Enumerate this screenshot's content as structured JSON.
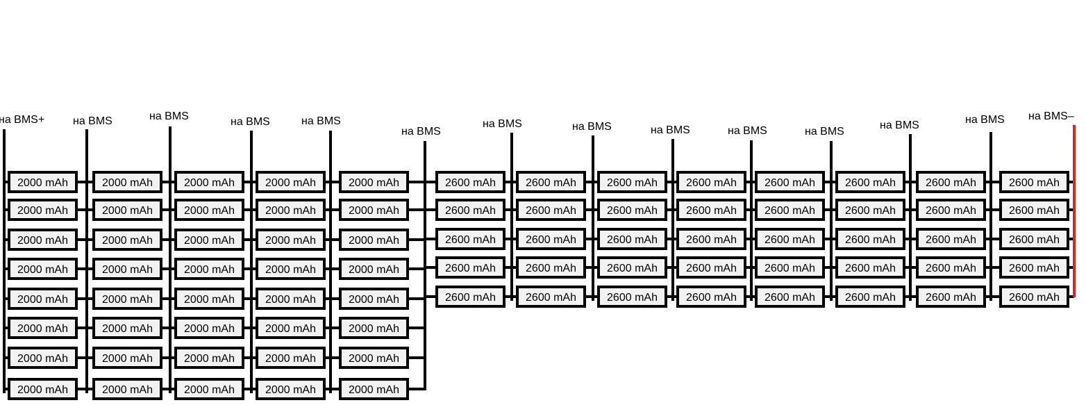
{
  "colors": {
    "wire": "#000000",
    "negative_wire": "#e0202a",
    "cell_fill": "#f2f2f2"
  },
  "diagram": {
    "groups": [
      {
        "label": "на BMS+",
        "cells": [
          "2000 mAh",
          "2000 mAh",
          "2000 mAh",
          "2000 mAh",
          "2000 mAh",
          "2000 mAh",
          "2000 mAh",
          "2000 mAh"
        ]
      },
      {
        "label": "на BMS",
        "cells": [
          "2000 mAh",
          "2000 mAh",
          "2000 mAh",
          "2000 mAh",
          "2000 mAh",
          "2000 mAh",
          "2000 mAh",
          "2000 mAh"
        ]
      },
      {
        "label": "на BMS",
        "cells": [
          "2000 mAh",
          "2000 mAh",
          "2000 mAh",
          "2000 mAh",
          "2000 mAh",
          "2000 mAh",
          "2000 mAh",
          "2000 mAh"
        ]
      },
      {
        "label": "на BMS",
        "cells": [
          "2000 mAh",
          "2000 mAh",
          "2000 mAh",
          "2000 mAh",
          "2000 mAh",
          "2000 mAh",
          "2000 mAh",
          "2000 mAh"
        ]
      },
      {
        "label": "на BMS",
        "cells": [
          "2000 mAh",
          "2000 mAh",
          "2000 mAh",
          "2000 mAh",
          "2000 mAh",
          "2000 mAh",
          "2000 mAh",
          "2000 mAh"
        ]
      },
      {
        "label": "на BMS",
        "cells": [
          "2600 mAh",
          "2600 mAh",
          "2600 mAh",
          "2600 mAh",
          "2600 mAh"
        ]
      },
      {
        "label": "на BMS",
        "cells": [
          "2600 mAh",
          "2600 mAh",
          "2600 mAh",
          "2600 mAh",
          "2600 mAh"
        ]
      },
      {
        "label": "на BMS",
        "cells": [
          "2600 mAh",
          "2600 mAh",
          "2600 mAh",
          "2600 mAh",
          "2600 mAh"
        ]
      },
      {
        "label": "на BMS",
        "cells": [
          "2600 mAh",
          "2600 mAh",
          "2600 mAh",
          "2600 mAh",
          "2600 mAh"
        ]
      },
      {
        "label": "на BMS",
        "cells": [
          "2600 mAh",
          "2600 mAh",
          "2600 mAh",
          "2600 mAh",
          "2600 mAh"
        ]
      },
      {
        "label": "на BMS",
        "cells": [
          "2600 mAh",
          "2600 mAh",
          "2600 mAh",
          "2600 mAh",
          "2600 mAh"
        ]
      },
      {
        "label": "на BMS",
        "cells": [
          "2600 mAh",
          "2600 mAh",
          "2600 mAh",
          "2600 mAh",
          "2600 mAh"
        ]
      },
      {
        "label": "на BMS",
        "cells": [
          "2600 mAh",
          "2600 mAh",
          "2600 mAh",
          "2600 mAh",
          "2600 mAh"
        ]
      }
    ],
    "end_label": "на BMS–"
  }
}
